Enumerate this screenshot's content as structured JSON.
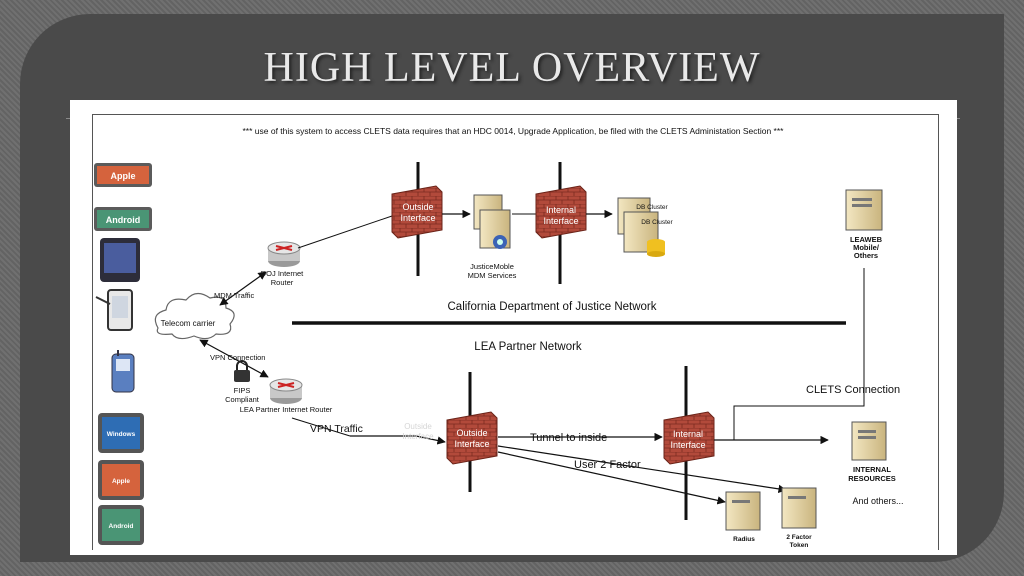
{
  "slide": {
    "title": "HIGH LEVEL OVERVIEW"
  },
  "diagram": {
    "notice": "*** use of this system to access CLETS data requires that an HDC 0014, Upgrade Application, be filed with the CLETS Administation Section ***",
    "devices": {
      "apple_top": "Apple",
      "android_top": "Android",
      "windows": "Windows",
      "apple_bottom": "Apple",
      "android_bottom": "Android"
    },
    "doj": {
      "outside_interface": [
        "Outside",
        "Interface"
      ],
      "internal_interface": [
        "Internal",
        "Interface"
      ],
      "justicemobile": [
        "JusticeMoble",
        "MDM Services"
      ],
      "db_cluster_1": "DB Cluster",
      "db_cluster_2": "DB Cluster",
      "router": [
        "DOJ Internet",
        "Router"
      ],
      "leaweb": [
        "LEAWEB",
        "Mobile/",
        "Others"
      ]
    },
    "network": {
      "doj_label": "California Department of Justice Network",
      "lea_label": "LEA Partner Network",
      "telecom": "Telecom carrier",
      "mdm_traffic": "MDM Traffic",
      "vpn_connection": "VPN Connection",
      "fips": [
        "FIPS",
        "Compliant"
      ],
      "lea_router": "LEA Partner Internet Router",
      "vpn_traffic": "VPN Traffic"
    },
    "lea": {
      "outside_interface_ghost": [
        "Outside",
        "Interface"
      ],
      "outside_interface": [
        "Outside",
        "Interface"
      ],
      "internal_interface": [
        "Internal",
        "Interface"
      ],
      "tunnel": "Tunnel to inside",
      "user2factor": "User 2 Factor",
      "clets": "CLETS Connection",
      "internal_resources": [
        "INTERNAL",
        "RESOURCES"
      ],
      "and_others": "And others...",
      "radius": "Radius",
      "token": [
        "2 Factor",
        "Token"
      ]
    }
  }
}
